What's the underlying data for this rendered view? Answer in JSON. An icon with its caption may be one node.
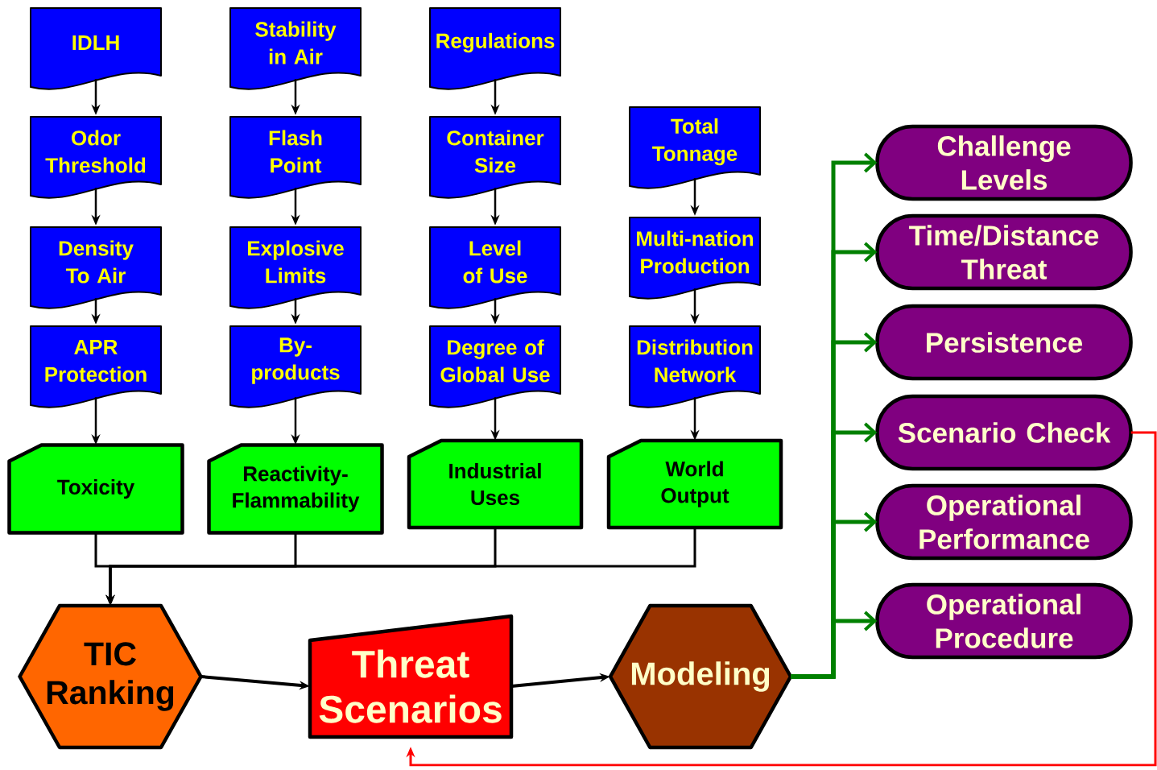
{
  "diagram": {
    "nodes": [
      {
        "text": [
          "IDLH"
        ]
      },
      {
        "text": [
          "Odor Threshold"
        ]
      },
      {
        "text": [
          "Density To Air"
        ]
      },
      {
        "text": [
          "APR Protection"
        ]
      },
      {
        "text": [
          "Toxicity"
        ]
      },
      {
        "text": [
          "Stability in Air"
        ]
      },
      {
        "text": [
          "Flash Point"
        ]
      },
      {
        "text": [
          "Explosive Limits"
        ]
      },
      {
        "text": [
          "By-products"
        ]
      },
      {
        "text": [
          "Reactivity-Flammability"
        ]
      },
      {
        "text": [
          "Regulations"
        ]
      },
      {
        "text": [
          "Container Size"
        ]
      },
      {
        "text": [
          "Level of Use"
        ]
      },
      {
        "text": [
          "Degree of Global Use"
        ]
      },
      {
        "text": [
          "Industrial Uses"
        ]
      },
      {
        "text": [
          "Total Tonnage"
        ]
      },
      {
        "text": [
          "Multi-nation Production"
        ]
      },
      {
        "text": [
          "Distribution Network"
        ]
      },
      {
        "text": [
          "World Output"
        ]
      },
      {
        "text": [
          "TIC Ranking"
        ]
      },
      {
        "text": [
          "Threat Scenarios"
        ]
      },
      {
        "text": [
          "Modeling"
        ]
      },
      {
        "text": [
          "Challenge Levels"
        ]
      },
      {
        "text": [
          "Time/Distance Threat"
        ]
      },
      {
        "text": [
          "Persistence"
        ]
      },
      {
        "text": [
          "Scenario Check"
        ]
      },
      {
        "text": [
          "Operational Performance"
        ]
      },
      {
        "text": [
          "Operational Procedure"
        ]
      }
    ],
    "edges": [
      {
        "from": 0,
        "to": 1,
        "arrow": "to"
      },
      {
        "from": 1,
        "to": 2,
        "arrow": "to"
      },
      {
        "from": 2,
        "to": 3,
        "arrow": "to"
      },
      {
        "from": 3,
        "to": 4,
        "arrow": "to"
      },
      {
        "from": 5,
        "to": 6,
        "arrow": "to"
      },
      {
        "from": 6,
        "to": 7,
        "arrow": "to"
      },
      {
        "from": 7,
        "to": 8,
        "arrow": "to"
      },
      {
        "from": 8,
        "to": 9,
        "arrow": "to"
      },
      {
        "from": 10,
        "to": 11,
        "arrow": "to"
      },
      {
        "from": 11,
        "to": 12,
        "arrow": "to"
      },
      {
        "from": 12,
        "to": 13,
        "arrow": "to"
      },
      {
        "from": 13,
        "to": 14,
        "arrow": "to"
      },
      {
        "from": 15,
        "to": 16,
        "arrow": "to"
      },
      {
        "from": 16,
        "to": 17,
        "arrow": "to"
      },
      {
        "from": 17,
        "to": 18,
        "arrow": "to"
      },
      {
        "from": 4,
        "to": 19,
        "arrow": "to"
      },
      {
        "from": 9,
        "to": 19,
        "arrow": "to"
      },
      {
        "from": 14,
        "to": 19,
        "arrow": "to"
      },
      {
        "from": 18,
        "to": 19,
        "arrow": "to"
      },
      {
        "from": 19,
        "to": 20,
        "arrow": "to"
      },
      {
        "from": 20,
        "to": 21,
        "arrow": "to"
      },
      {
        "from": 21,
        "to": 22,
        "arrow": "to",
        "color": "#008000",
        "style": "thick"
      },
      {
        "from": 21,
        "to": 23,
        "arrow": "to",
        "color": "#008000",
        "style": "thick"
      },
      {
        "from": 21,
        "to": 24,
        "arrow": "to",
        "color": "#008000",
        "style": "thick"
      },
      {
        "from": 21,
        "to": 25,
        "arrow": "to",
        "color": "#008000",
        "style": "thick"
      },
      {
        "from": 21,
        "to": 26,
        "arrow": "to",
        "color": "#008000",
        "style": "thick"
      },
      {
        "from": 21,
        "to": 27,
        "arrow": "to",
        "color": "#008000",
        "style": "thick"
      },
      {
        "from": 25,
        "to": 20,
        "arrow": "to",
        "color": "#ff0000"
      }
    ]
  }
}
